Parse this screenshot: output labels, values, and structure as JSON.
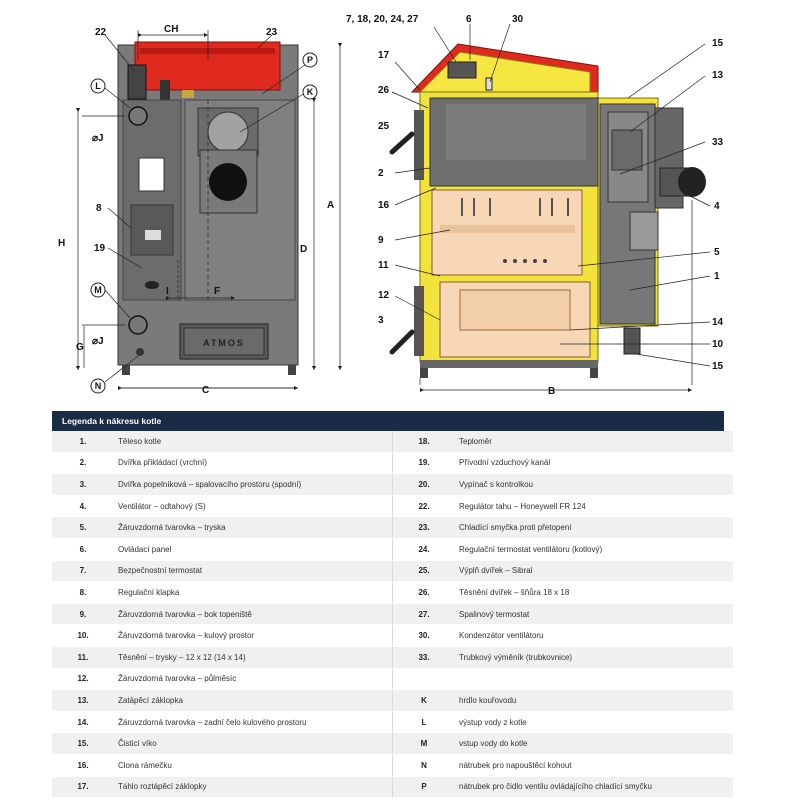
{
  "left_view": {
    "callouts": {
      "c22": "22",
      "c23": "23",
      "ch": "CH",
      "l": "L",
      "p": "P",
      "k": "K",
      "j_top": "⌀J",
      "c8": "8",
      "c19": "19",
      "m": "M",
      "j_bottom": "⌀J",
      "n": "N",
      "h": "H",
      "g": "G",
      "i": "I",
      "f": "F",
      "c": "C",
      "d": "D",
      "a": "A"
    },
    "nameplate": "ATMOS"
  },
  "right_view": {
    "callouts": {
      "top_group": "7, 18, 20, 24, 27",
      "c6": "6",
      "c30": "30",
      "c17": "17",
      "c26": "26",
      "c25": "25",
      "c2": "2",
      "c16": "16",
      "c9": "9",
      "c11": "11",
      "c12": "12",
      "c3": "3",
      "c15_top": "15",
      "c13": "13",
      "c33": "33",
      "c4": "4",
      "c5": "5",
      "c1": "1",
      "c14": "14",
      "c10": "10",
      "c15_bottom": "15",
      "b": "B"
    }
  },
  "legend": {
    "title": "Legenda k nákresu kotle",
    "rows": [
      {
        "n1": "1.",
        "d1": "Těleso kotle",
        "n2": "18.",
        "d2": "Teploměr"
      },
      {
        "n1": "2.",
        "d1": "Dvířka přikládací (vrchní)",
        "n2": "19.",
        "d2": "Přívodní vzduchový kanál"
      },
      {
        "n1": "3.",
        "d1": "Dvířka popelníková – spalovacího prostoru (spodní)",
        "n2": "20.",
        "d2": "Vypínač s kontrolkou"
      },
      {
        "n1": "4.",
        "d1": "Ventilátor – odtahový (S)",
        "n2": "22.",
        "d2": "Regulátor tahu – Honeywell FR 124"
      },
      {
        "n1": "5.",
        "d1": "Žáruvzdorná tvarovka – tryska",
        "n2": "23.",
        "d2": "Chladící smyčka proti přetopení"
      },
      {
        "n1": "6.",
        "d1": "Ovládací panel",
        "n2": "24.",
        "d2": "Regulační termostat ventilátoru (kotlový)"
      },
      {
        "n1": "7.",
        "d1": "Bezpečnostní termostat",
        "n2": "25.",
        "d2": "Výplň dvířek – Sibral"
      },
      {
        "n1": "8.",
        "d1": "Regulační klapka",
        "n2": "26.",
        "d2": "Těsnění dvířek – šňůra 18 x 18"
      },
      {
        "n1": "9.",
        "d1": "Žáruvzdorná tvarovka – bok topeniště",
        "n2": "27.",
        "d2": "Spalinový termostat"
      },
      {
        "n1": "10.",
        "d1": "Žáruvzdorná tvarovka – kulový prostor",
        "n2": "30.",
        "d2": "Kondenzátor ventilátoru"
      },
      {
        "n1": "11.",
        "d1": "Těsnění – trysky – 12 x 12 (14 x 14)",
        "n2": "33.",
        "d2": "Trubkový výměník (trubkovnice)"
      },
      {
        "n1": "12.",
        "d1": "Žáruvzdorná tvarovka – půlměsíc",
        "n2": "",
        "d2": ""
      },
      {
        "n1": "13.",
        "d1": "Zatápěcí záklopka",
        "n2": "K",
        "d2": "hrdlo kouřovodu"
      },
      {
        "n1": "14.",
        "d1": "Žáruvzdorná tvarovka – zadní čelo kulového prostoru",
        "n2": "L",
        "d2": "výstup vody z kotle"
      },
      {
        "n1": "15.",
        "d1": "Čisticí víko",
        "n2": "M",
        "d2": "vstup vody do kotle"
      },
      {
        "n1": "16.",
        "d1": "Clona rámečku",
        "n2": "N",
        "d2": "nátrubek pro napouštěcí kohout"
      },
      {
        "n1": "17.",
        "d1": "Táhlo roztápěcí záklopky",
        "n2": "P",
        "d2": "nátrubek pro čidlo ventilu ovládajícího chladící smyčku"
      }
    ]
  }
}
